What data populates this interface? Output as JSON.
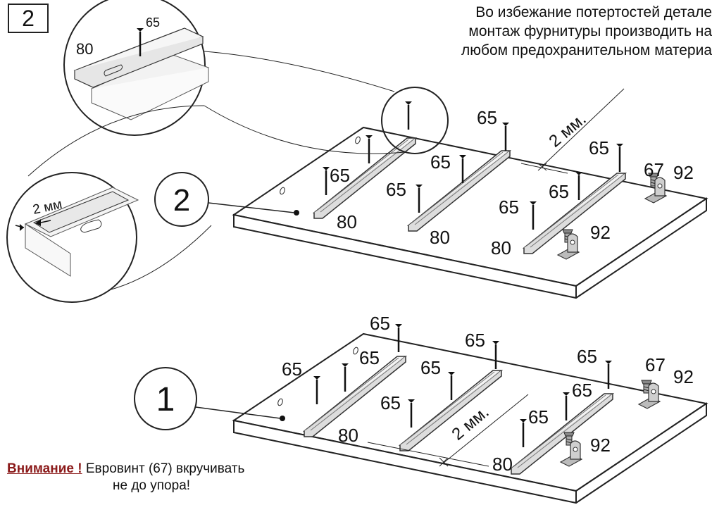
{
  "step_number": "2",
  "note": {
    "line1": "Во избежание потертостей детале",
    "line2": "монтаж фурнитуры производить на",
    "line3": "любом предохранительном материа"
  },
  "warning": {
    "title": "Внимание !",
    "line1": "Евровинт (67) вкручивать",
    "line2": "не до упора!"
  },
  "panels": {
    "top_id": "2",
    "bottom_id": "1"
  },
  "gap": {
    "top_label": "2 мм.",
    "bottom_label": "2 мм.",
    "zoom_label": "2 мм"
  },
  "parts": {
    "screw": "65",
    "rail": "80",
    "eurobolt": "67",
    "bracket": "92"
  }
}
